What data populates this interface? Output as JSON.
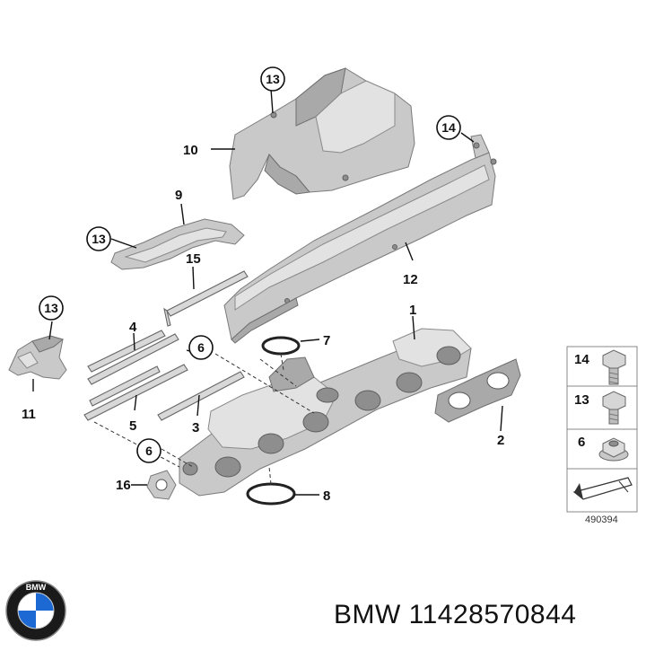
{
  "diagram": {
    "callouts": [
      {
        "id": "c1",
        "label": "1"
      },
      {
        "id": "c2",
        "label": "2"
      },
      {
        "id": "c3",
        "label": "3"
      },
      {
        "id": "c4",
        "label": "4"
      },
      {
        "id": "c5",
        "label": "5"
      },
      {
        "id": "c6a",
        "label": "6"
      },
      {
        "id": "c6b",
        "label": "6"
      },
      {
        "id": "c7",
        "label": "7"
      },
      {
        "id": "c8",
        "label": "8"
      },
      {
        "id": "c9",
        "label": "9"
      },
      {
        "id": "c10",
        "label": "10"
      },
      {
        "id": "c11",
        "label": "11"
      },
      {
        "id": "c12",
        "label": "12"
      },
      {
        "id": "c13a",
        "label": "13"
      },
      {
        "id": "c13b",
        "label": "13"
      },
      {
        "id": "c13c",
        "label": "13"
      },
      {
        "id": "c14",
        "label": "14"
      },
      {
        "id": "c15",
        "label": "15"
      },
      {
        "id": "c16",
        "label": "16"
      }
    ],
    "legend": [
      {
        "label": "14",
        "icon": "hex-bolt-icon"
      },
      {
        "label": "13",
        "icon": "hex-bolt-short-icon"
      },
      {
        "label": "6",
        "icon": "flange-nut-icon"
      }
    ],
    "reference": "490394"
  },
  "brand": {
    "logo_letters": "BMW",
    "caption": "BMW 11428570844",
    "colors": {
      "blue": "#1c69d4",
      "ring": "#111111"
    }
  }
}
